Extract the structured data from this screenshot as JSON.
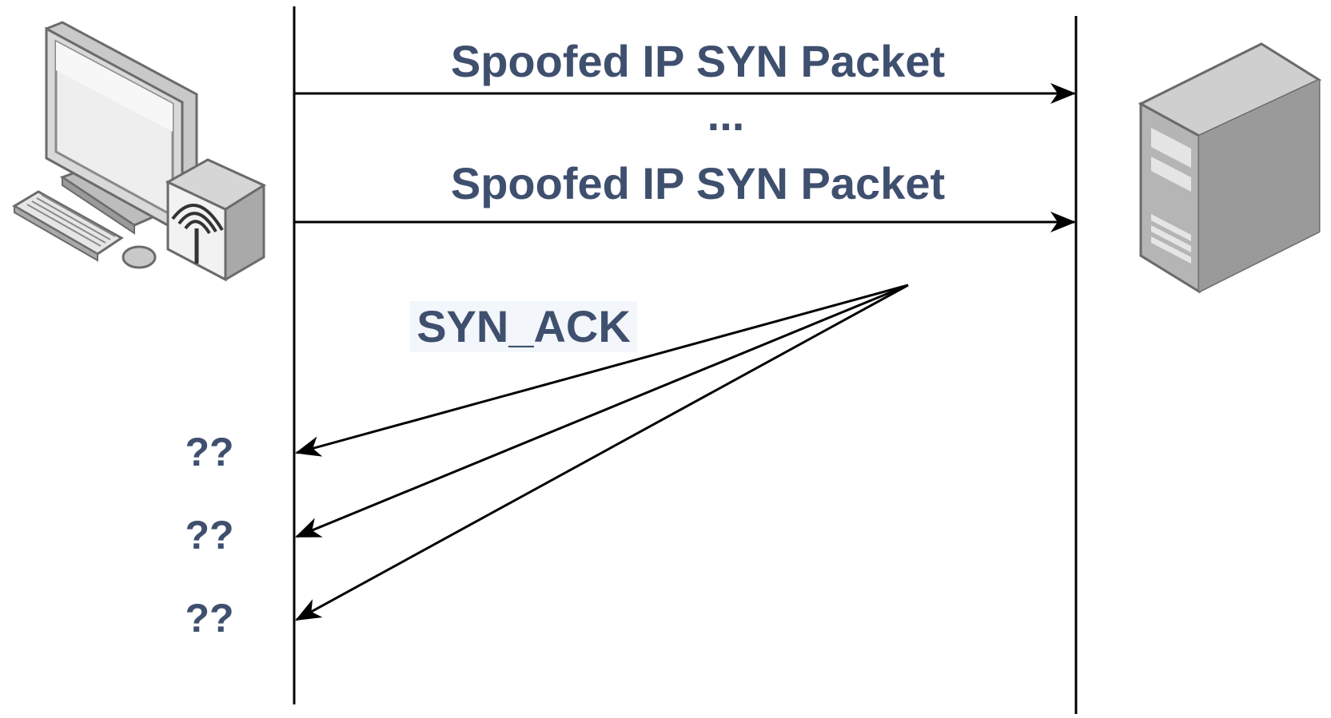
{
  "messages": {
    "syn_top": "Spoofed IP SYN Packet",
    "ellipsis": "...",
    "syn_bottom": "Spoofed IP SYN Packet",
    "syn_ack": "SYN_ACK"
  },
  "unknown_markers": [
    "??",
    "??",
    "??"
  ],
  "icons": {
    "client": "desktop-computer-icon",
    "server": "server-tower-icon"
  },
  "colors": {
    "label_text": "#3f4f6e",
    "lines": "#000000",
    "syn_ack_highlight": "#f3f6fa",
    "device_light": "#d4d4d4",
    "device_mid": "#a9a9a9",
    "device_dark": "#8a8a8a"
  }
}
